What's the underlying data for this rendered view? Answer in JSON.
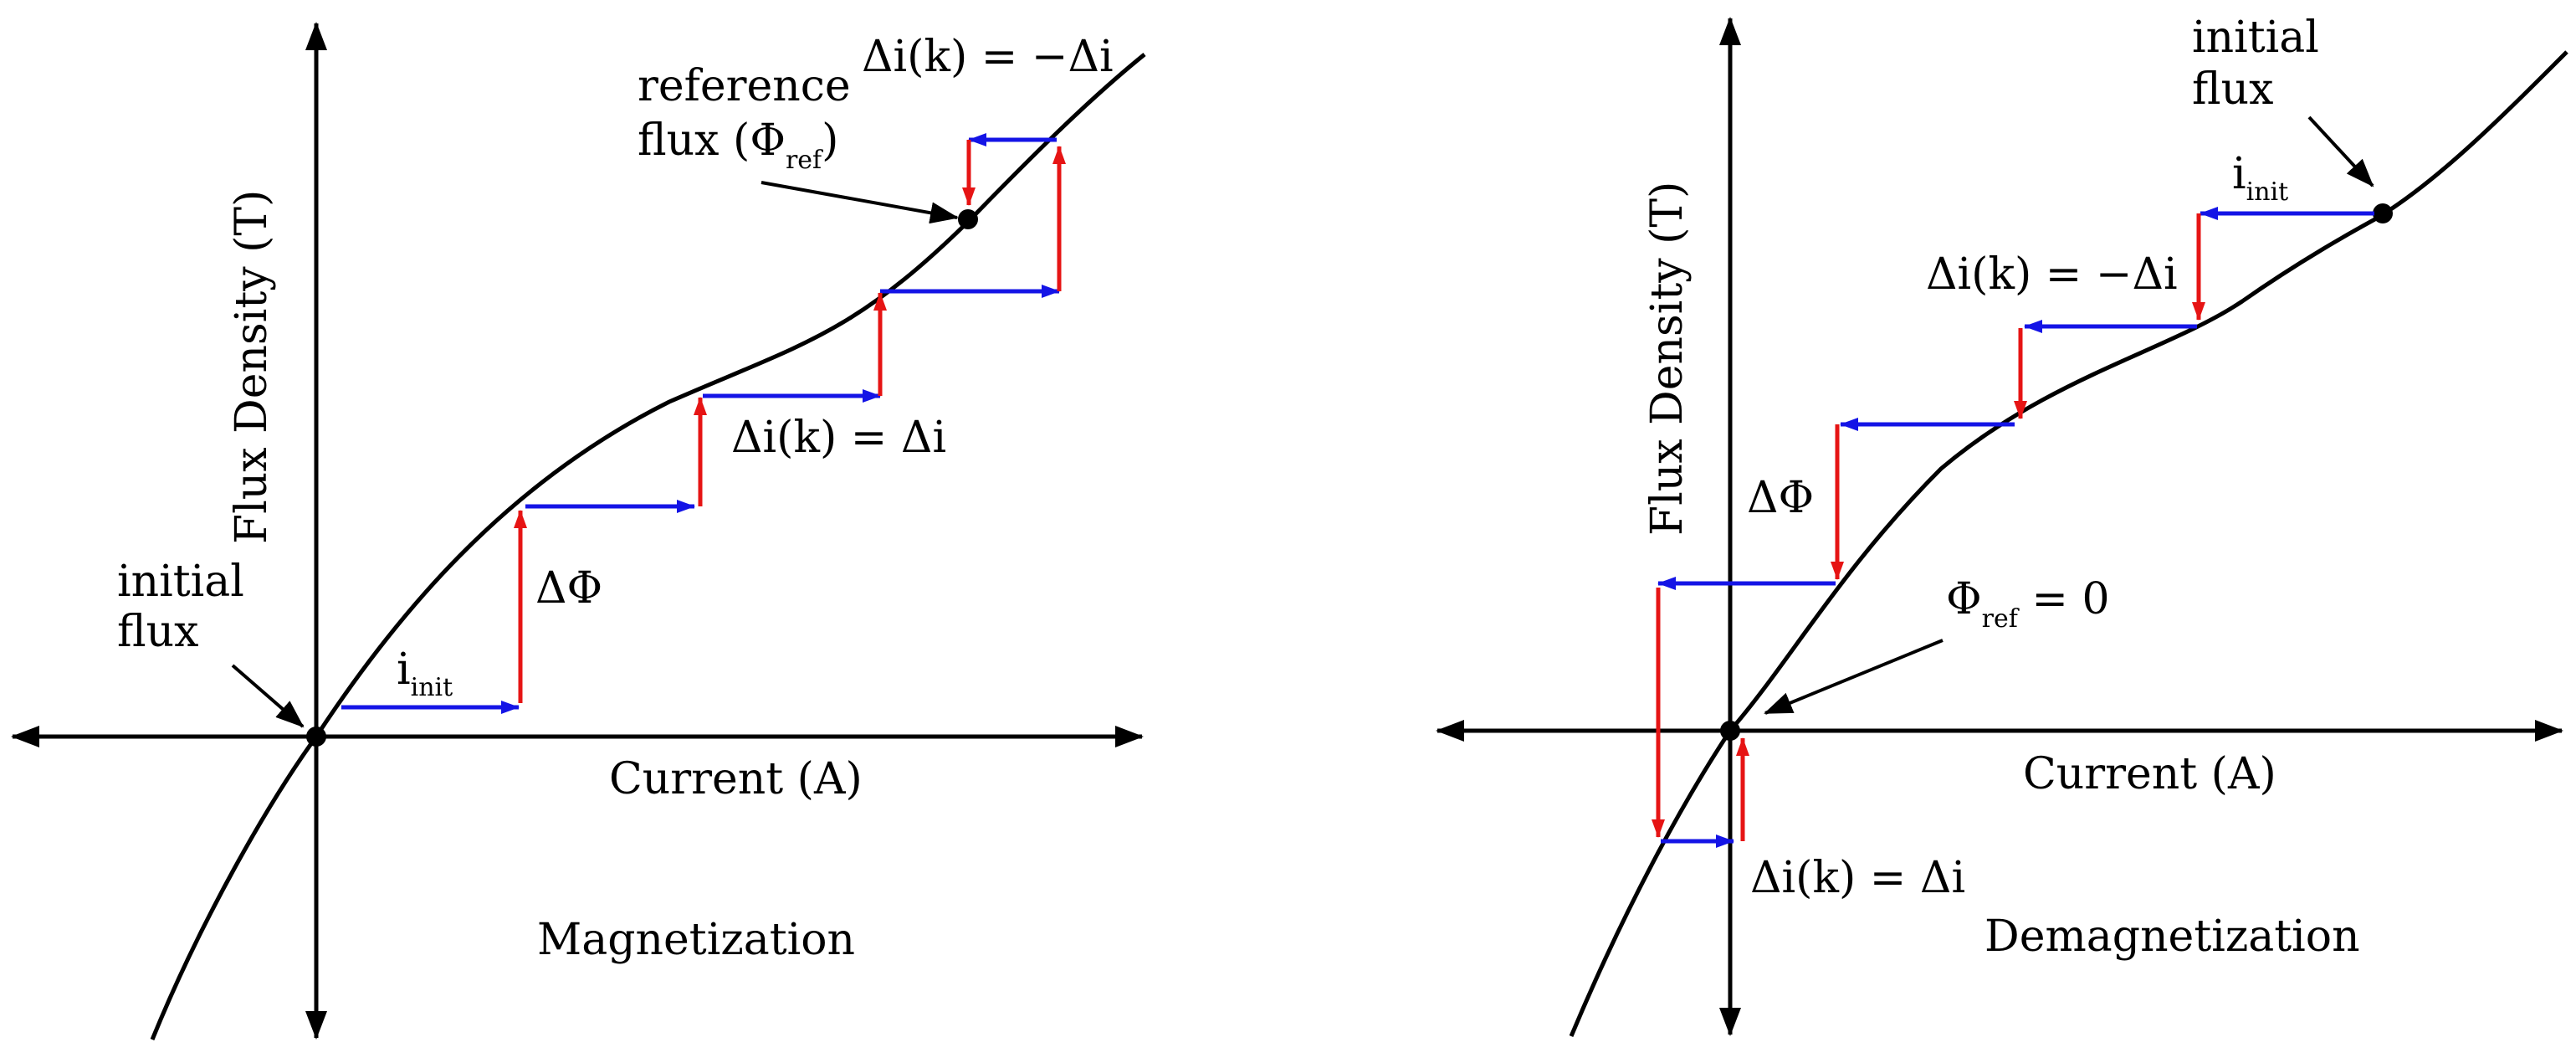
{
  "magnetization": {
    "y_axis_label": "Flux Density (T)",
    "x_axis_label": "Current (A)",
    "title": "Magnetization",
    "initial_flux": [
      "initial",
      "flux"
    ],
    "i_init": {
      "main": "i",
      "sub": "init"
    },
    "delta_phi": "ΔΦ",
    "delta_i_pos": "Δi(k) = Δi",
    "delta_i_neg": "Δi(k) = −Δi",
    "reference_flux": {
      "line1": "reference",
      "line2_pre": "flux (Φ",
      "line2_sub": "ref",
      "line2_post": ")"
    }
  },
  "demagnetization": {
    "y_axis_label": "Flux Density (T)",
    "x_axis_label": "Current (A)",
    "title": "Demagnetization",
    "initial_flux": [
      "initial",
      "flux"
    ],
    "i_init": {
      "main": "i",
      "sub": "init"
    },
    "delta_phi": "ΔΦ",
    "delta_i_pos": "Δi(k) = Δi",
    "delta_i_neg": "Δi(k) = −Δi",
    "phi_ref": {
      "pre": "Φ",
      "sub": "ref",
      "post": " = 0"
    }
  },
  "colors": {
    "curve": "#000000",
    "current_step": "#1414e6",
    "flux_step": "#e61414"
  }
}
